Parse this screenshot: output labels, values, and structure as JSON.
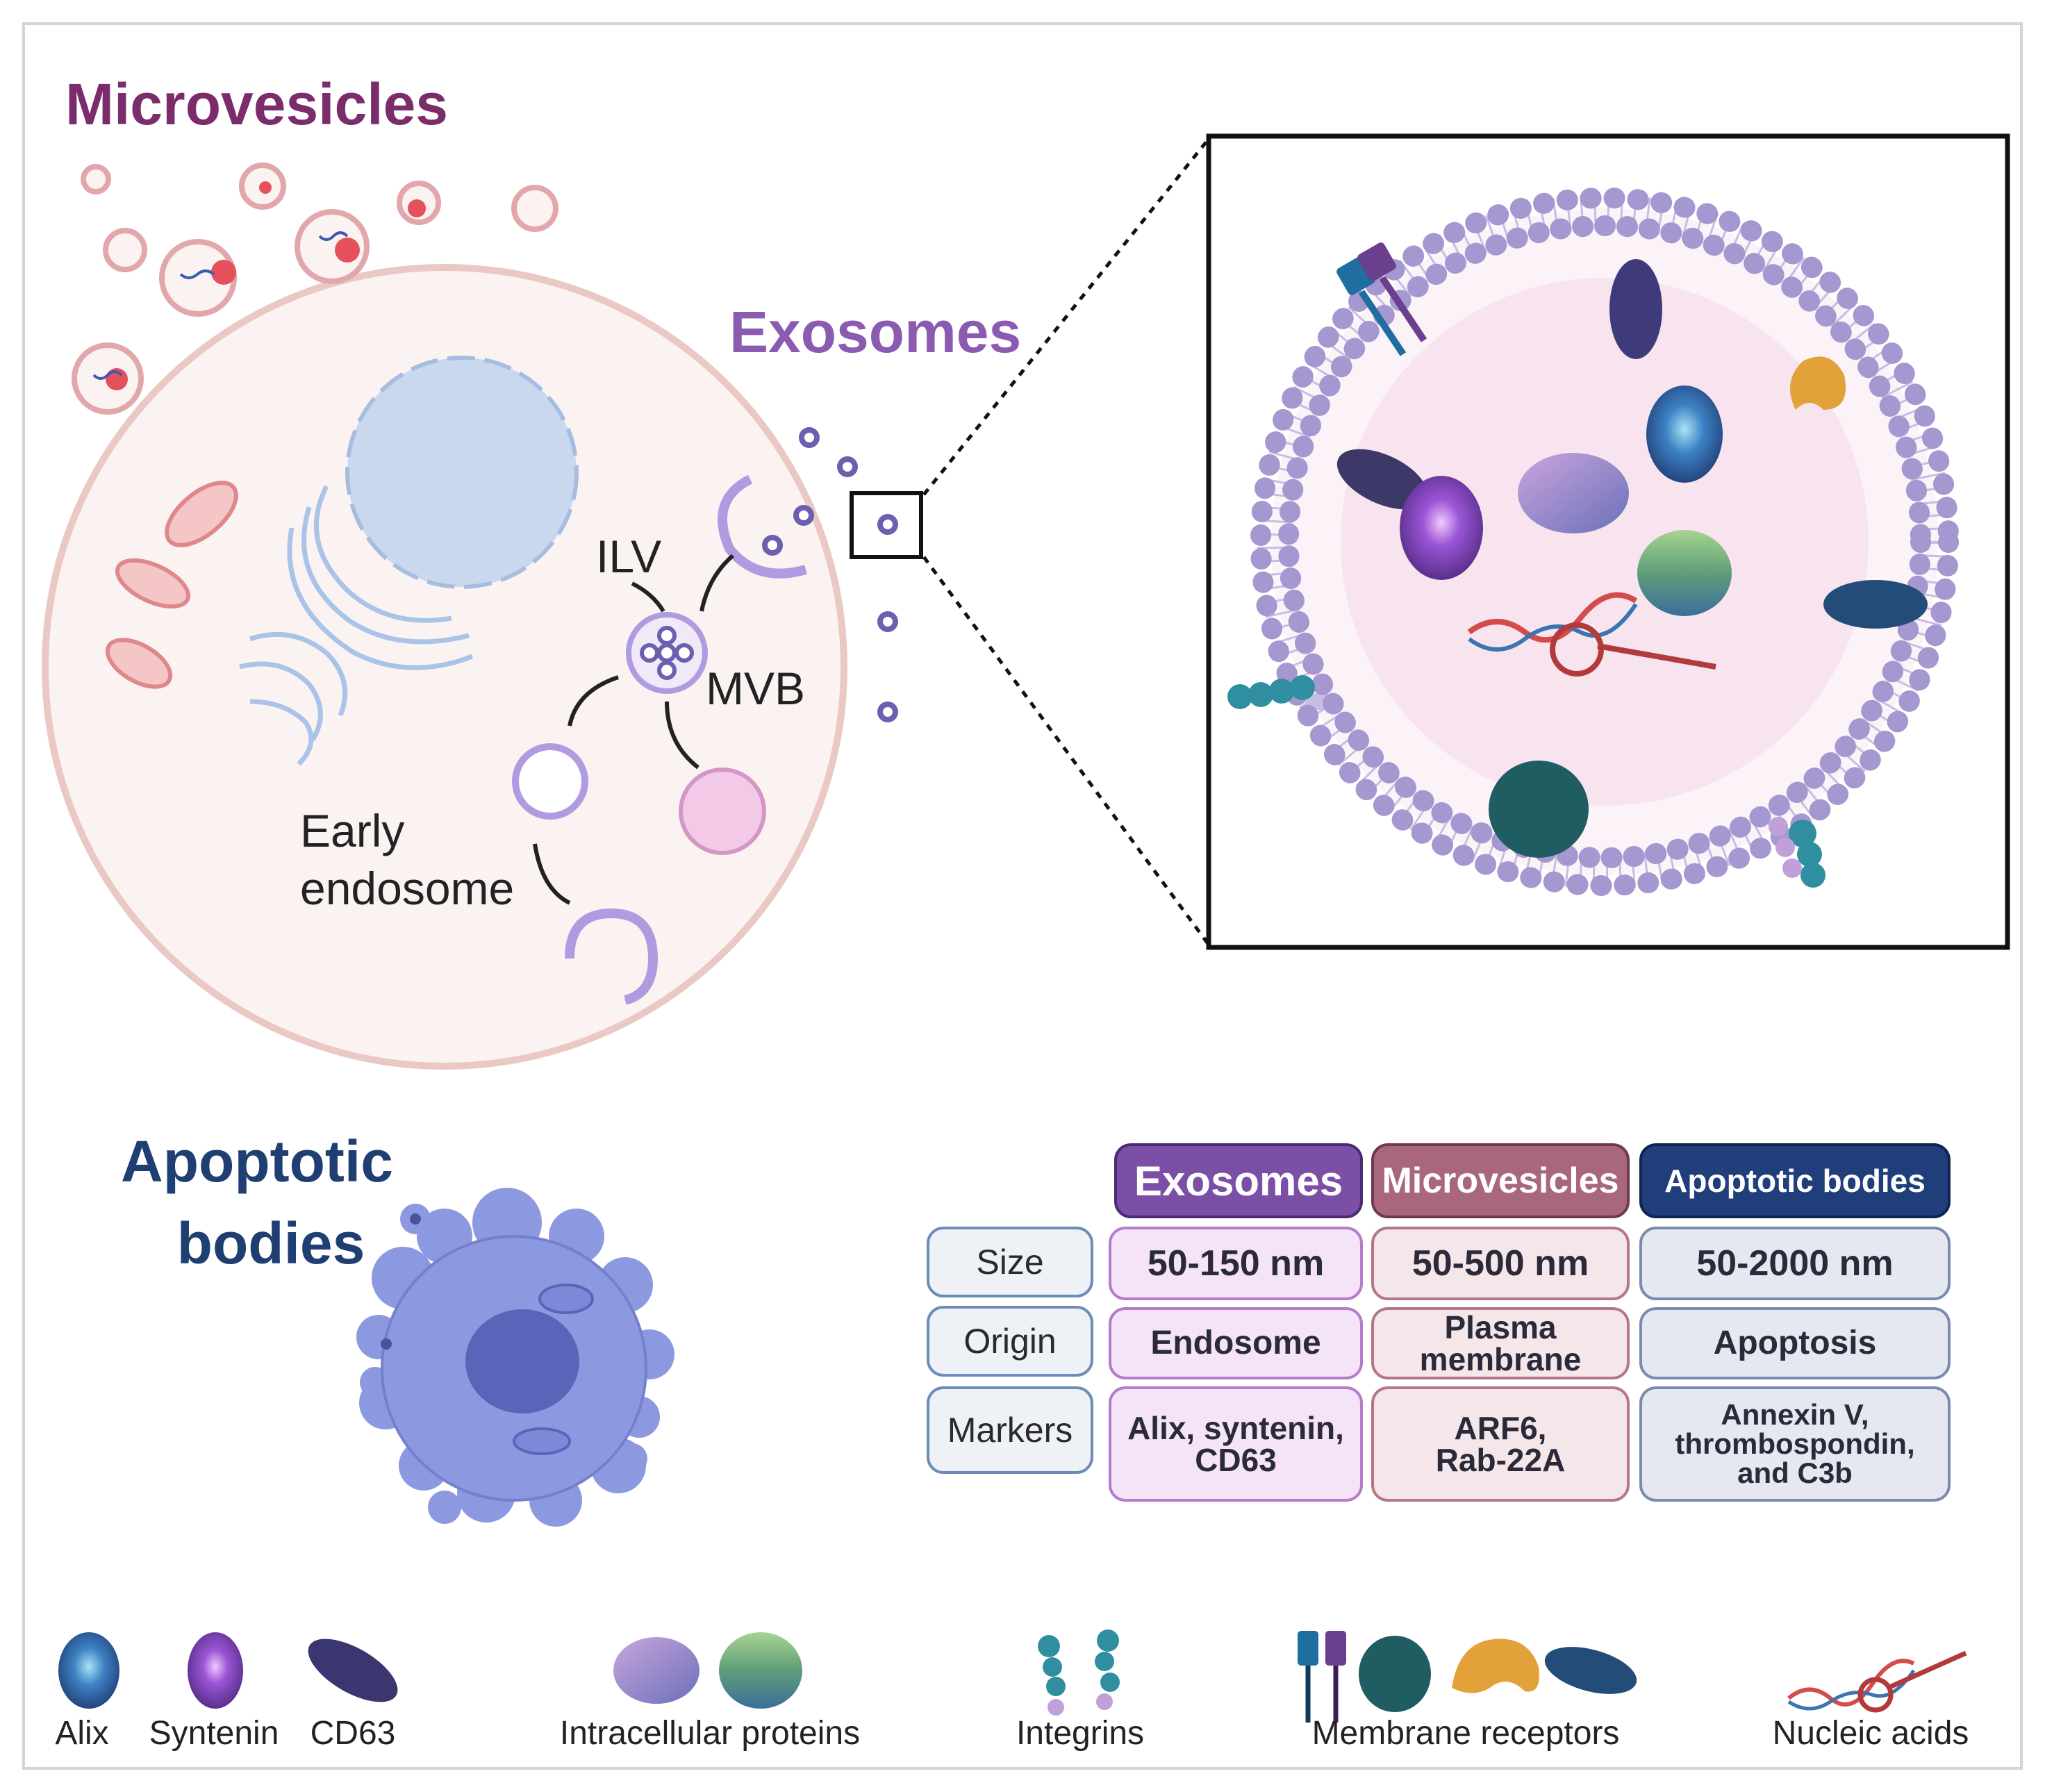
{
  "titles": {
    "microvesicles": "Microvesicles",
    "exosomes": "Exosomes",
    "apoptotic_line1": "Apoptotic",
    "apoptotic_line2": "bodies"
  },
  "cell_labels": {
    "ilv": "ILV",
    "mvb": "MVB",
    "early_endosome_line1": "Early",
    "early_endosome_line2": "endosome"
  },
  "table": {
    "columns": [
      "Exosomes",
      "Microvesicles",
      "Apoptotic bodies"
    ],
    "rows": [
      {
        "label": "Size",
        "values": [
          [
            "50-150 nm"
          ],
          [
            "50-500 nm"
          ],
          [
            "50-2000 nm"
          ]
        ]
      },
      {
        "label": "Origin",
        "values": [
          [
            "Endosome"
          ],
          [
            "Plasma",
            "membrane"
          ],
          [
            "Apoptosis"
          ]
        ]
      },
      {
        "label": "Markers",
        "values": [
          [
            "Alix, syntenin,",
            "CD63"
          ],
          [
            "ARF6,",
            "Rab-22A"
          ],
          [
            "Annexin V,",
            "thrombospondin,",
            "and C3b"
          ]
        ]
      }
    ]
  },
  "legend": [
    "Alix",
    "Syntenin",
    "CD63",
    "Intracellular proteins",
    "Integrins",
    "Membrane receptors",
    "Nucleic acids"
  ],
  "colors": {
    "microvesicles_title": "#7b2d6b",
    "exosomes_title": "#8a5bb0",
    "apoptotic_title": "#1f3f73",
    "exosomes_header": "#7b4fa6",
    "microvesicles_header": "#a8677e",
    "apoptotic_header": "#1f3e7a",
    "cell_fill": "#fbf3f2",
    "cell_border": "#eac8c4",
    "nucleus": "#c9d8ee",
    "membrane": "#9d8fc7",
    "apoptotic_body": "#8c98e0"
  }
}
